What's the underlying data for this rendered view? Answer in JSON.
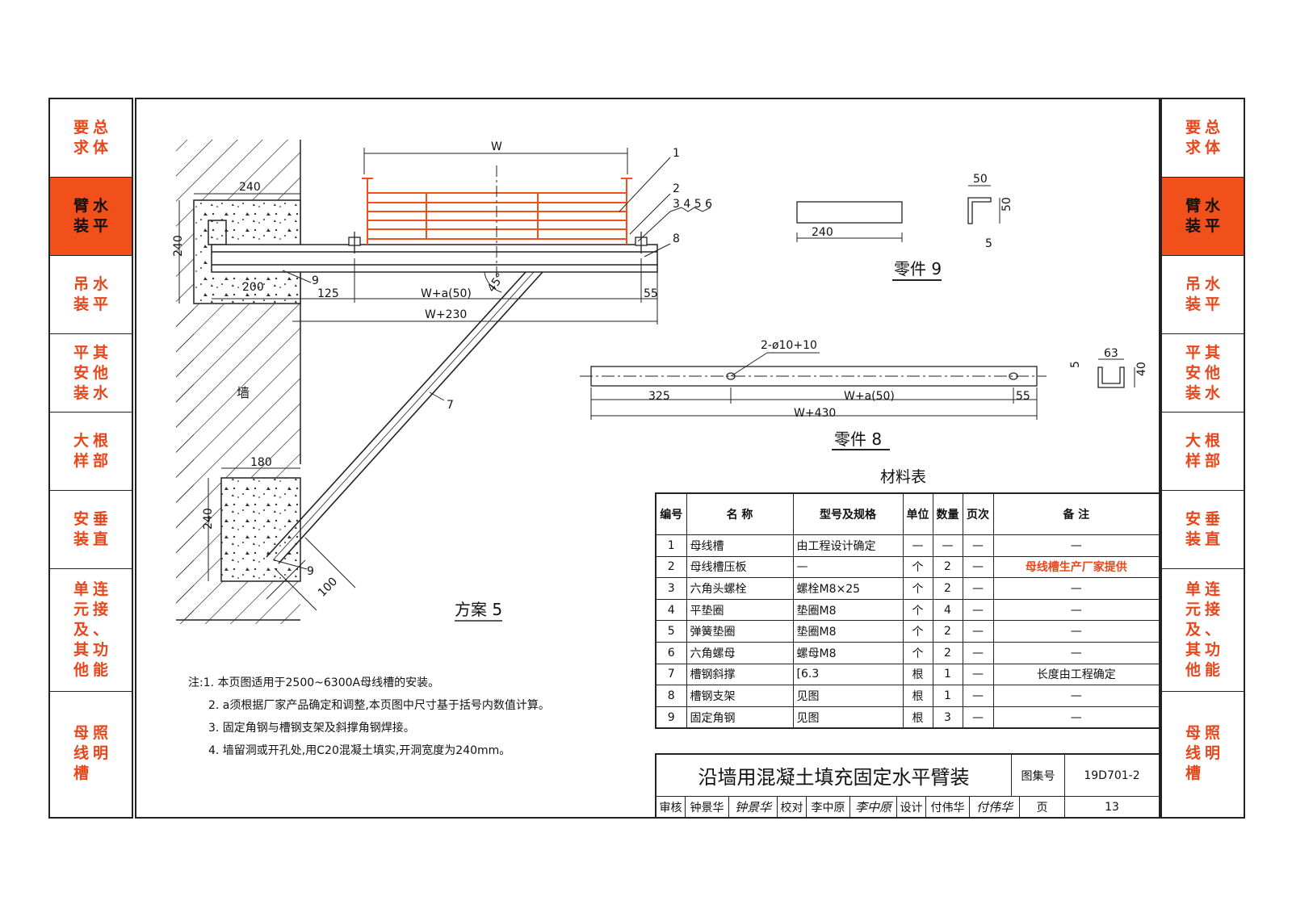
{
  "side_tabs": [
    {
      "chars": [
        "要",
        "总",
        "求",
        "体"
      ],
      "active": false
    },
    {
      "chars": [
        "臂",
        "水",
        "装",
        "平"
      ],
      "active": true
    },
    {
      "chars": [
        "吊",
        "水",
        "装",
        "平"
      ],
      "active": false
    },
    {
      "chars": [
        "平",
        "其",
        "安",
        "他",
        "装",
        "水"
      ],
      "active": false
    },
    {
      "chars": [
        "大",
        "根",
        "样",
        "部"
      ],
      "active": false
    },
    {
      "chars": [
        "安",
        "垂",
        "装",
        "直"
      ],
      "active": false
    },
    {
      "chars": [
        "单",
        "连",
        "元",
        "接",
        "及",
        "、",
        "其",
        "功",
        "他",
        "能"
      ],
      "active": false
    },
    {
      "chars": [
        "母",
        "照",
        "线",
        "明",
        "槽",
        ""
      ],
      "active": false
    }
  ],
  "drawing": {
    "scheme_label": "方案 5",
    "wall_label": "墙",
    "part9_label": "零件 9",
    "part8_label": "零件 8",
    "dims": {
      "w": "W",
      "d240_top": "240",
      "d240_left": "240",
      "d200": "200",
      "d125": "125",
      "w_a50": "W+a(50)",
      "d55": "55",
      "w230": "W+230",
      "angle": "45°",
      "d180": "180",
      "d240_low": "240",
      "d100": "100",
      "p9_240": "240",
      "p9_50a": "50",
      "p9_50b": "50",
      "p9_5": "5",
      "p8_holes": "2-ø10+10",
      "p8_325": "325",
      "p8_wa50": "W+a(50)",
      "p8_55": "55",
      "p8_w430": "W+430",
      "p8_63": "63",
      "p8_5": "5",
      "p8_40": "40"
    },
    "callouts": [
      "1",
      "2",
      "3 4 5 6",
      "8",
      "9",
      "7",
      "9"
    ]
  },
  "notes": [
    "注:1. 本页图适用于2500~6300A母线槽的安装。",
    "2. a须根据厂家产品确定和调整,本页图中尺寸基于括号内数值计算。",
    "3. 固定角钢与槽钢支架及斜撑角钢焊接。",
    "4. 墙留洞或开孔处,用C20混凝土填实,开洞宽度为240mm。"
  ],
  "materials": {
    "title": "材料表",
    "headers": [
      "编号",
      "名  称",
      "型号及规格",
      "单位",
      "数量",
      "页次",
      "备  注"
    ],
    "rows": [
      [
        "1",
        "母线槽",
        "由工程设计确定",
        "—",
        "—",
        "—",
        "—"
      ],
      [
        "2",
        "母线槽压板",
        "—",
        "个",
        "2",
        "—",
        "母线槽生产厂家提供"
      ],
      [
        "3",
        "六角头螺栓",
        "螺栓M8×25",
        "个",
        "2",
        "—",
        "—"
      ],
      [
        "4",
        "平垫圈",
        "垫圈M8",
        "个",
        "4",
        "—",
        "—"
      ],
      [
        "5",
        "弹簧垫圈",
        "垫圈M8",
        "个",
        "2",
        "—",
        "—"
      ],
      [
        "6",
        "六角螺母",
        "螺母M8",
        "个",
        "2",
        "—",
        "—"
      ],
      [
        "7",
        "槽钢斜撑",
        "[6.3",
        "根",
        "1",
        "—",
        "长度由工程确定"
      ],
      [
        "8",
        "槽钢支架",
        "见图",
        "根",
        "1",
        "—",
        "—"
      ],
      [
        "9",
        "固定角钢",
        "见图",
        "根",
        "3",
        "—",
        "—"
      ]
    ]
  },
  "title_block": {
    "title": "沿墙用混凝土填充固定水平臂装",
    "atlas_label": "图集号",
    "atlas_no": "19D701-2",
    "review_label": "审核",
    "reviewer": "钟景华",
    "reviewer_sig": "钟景华",
    "check_label": "校对",
    "checker": "李中原",
    "checker_sig": "李中原",
    "design_label": "设计",
    "designer": "付伟华",
    "designer_sig": "付伟华",
    "page_label": "页",
    "page_no": "13"
  },
  "colors": {
    "accent": "#f2501a",
    "accent_text": "#e8461b",
    "line": "#222222"
  }
}
